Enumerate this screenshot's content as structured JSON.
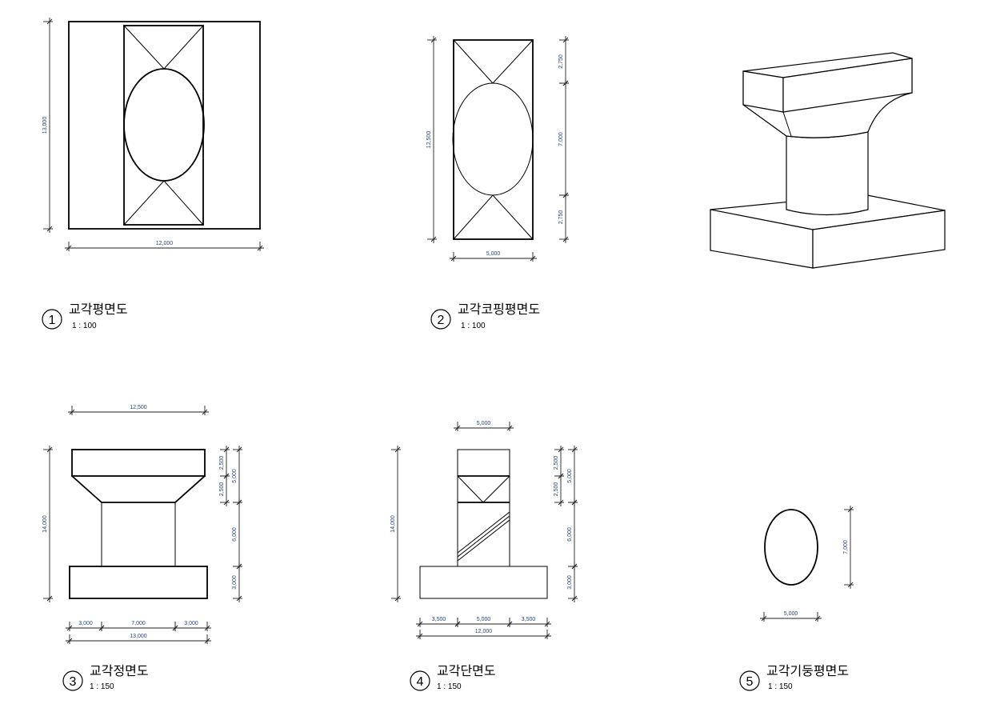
{
  "views": [
    {
      "number": "1",
      "title": "교각평면도",
      "scale": "1 : 100",
      "dims": [
        "13,000",
        "12,000"
      ]
    },
    {
      "number": "2",
      "title": "교각코핑평면도",
      "scale": "1 : 100",
      "dims": [
        "12,500",
        "2,750",
        "7,000",
        "2,750",
        "5,000"
      ]
    },
    {
      "number": "3",
      "title": "교각정면도",
      "scale": "1 : 150",
      "dims": [
        "12,500",
        "14,000",
        "2,500",
        "2,500",
        "5,000",
        "6,000",
        "3,000",
        "3,000",
        "7,000",
        "3,000",
        "13,000"
      ]
    },
    {
      "number": "4",
      "title": "교각단면도",
      "scale": "1 : 150",
      "dims": [
        "5,000",
        "14,000",
        "2,500",
        "2,500",
        "5,000",
        "6,000",
        "3,000",
        "3,500",
        "5,000",
        "3,500",
        "12,000"
      ]
    },
    {
      "number": "5",
      "title": "교각기둥평면도",
      "scale": "1 : 150",
      "dims": [
        "7,000",
        "5,000"
      ]
    }
  ]
}
